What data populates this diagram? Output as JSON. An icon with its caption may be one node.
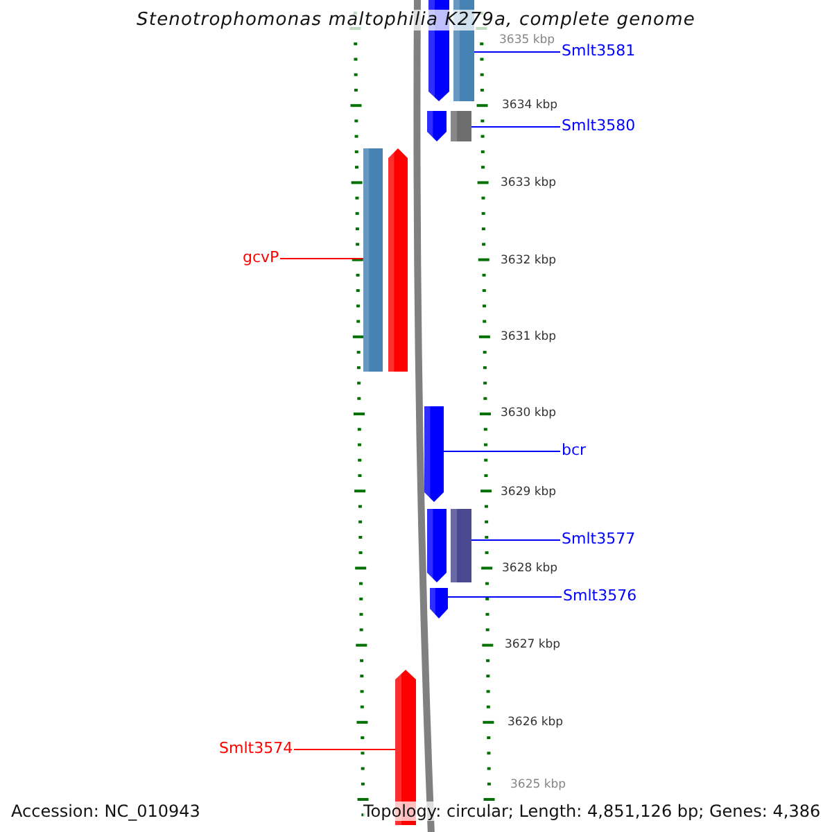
{
  "diagram": {
    "title": "Stenotrophomonas maltophilia K279a, complete genome",
    "nodes": [
      {
        "text": [
          "Smlt3581"
        ]
      },
      {
        "text": [
          "Smlt3580"
        ]
      },
      {
        "text": [
          "gcvP"
        ]
      },
      {
        "text": [
          "bcr"
        ]
      },
      {
        "text": [
          "Smlt3577"
        ]
      },
      {
        "text": [
          "Smlt3576"
        ]
      },
      {
        "text": [
          "Smlt3574"
        ]
      },
      {
        "text": [],
        "shape": "bar"
      },
      {
        "text": [],
        "shape": "bar"
      },
      {
        "text": [],
        "shape": "bar"
      },
      {
        "text": [],
        "shape": "bar"
      },
      {
        "text": [],
        "shape": "bar"
      },
      {
        "text": [],
        "shape": "bar"
      },
      {
        "text": [],
        "shape": "bar"
      },
      {
        "text": [],
        "shape": "bar"
      },
      {
        "text": [],
        "shape": "bar"
      },
      {
        "text": [],
        "shape": "bar"
      },
      {
        "text": [],
        "shape": "bar"
      }
    ],
    "edges": [
      {
        "from": 0,
        "to": 8,
        "arrow": "none"
      },
      {
        "from": 1,
        "to": 10,
        "arrow": "none"
      },
      {
        "from": 2,
        "to": 11,
        "arrow": "none",
        "color": "#ff0000"
      },
      {
        "from": 3,
        "to": 13,
        "arrow": "none"
      },
      {
        "from": 4,
        "to": 15,
        "arrow": "none"
      },
      {
        "from": 5,
        "to": 16,
        "arrow": "none"
      },
      {
        "from": 6,
        "to": 17,
        "arrow": "none",
        "color": "#ff0000"
      }
    ],
    "labels": [
      "3635 kbp",
      "3634 kbp",
      "3633 kbp",
      "3632 kbp",
      "3631 kbp",
      "3630 kbp",
      "3629 kbp",
      "3628 kbp",
      "3627 kbp",
      "3626 kbp",
      "3625 kbp",
      "Accession: NC_010943",
      "Topology: circular; Length: 4,851,126 bp; Genes: 4,386"
    ]
  }
}
